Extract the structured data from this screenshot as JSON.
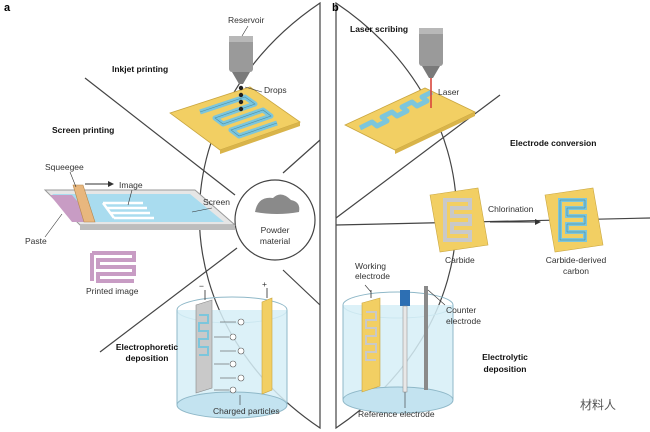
{
  "panel_a": {
    "letter": "a",
    "sections": {
      "inkjet": "Inkjet printing",
      "screen": "Screen printing",
      "electrophoretic_line1": "Electrophoretic",
      "electrophoretic_line2": "deposition"
    },
    "labels": {
      "reservoir": "Reservoir",
      "drops": "Drops",
      "squeegee": "Squeegee",
      "image": "Image",
      "screen": "Screen",
      "paste": "Paste",
      "printed_image": "Printed image",
      "powder_line1": "Powder",
      "powder_line2": "material",
      "charged_particles": "Charged particles",
      "minus": "−",
      "plus": "+"
    }
  },
  "panel_b": {
    "letter": "b",
    "sections": {
      "laser_scribing": "Laser scribing",
      "electrode_conversion": "Electrode conversion",
      "electrolytic_line1": "Electrolytic",
      "electrolytic_line2": "deposition"
    },
    "labels": {
      "laser": "Laser",
      "chlorination": "Chlorination",
      "carbide": "Carbide",
      "cdc_line1": "Carbide-derived",
      "cdc_line2": "carbon",
      "working_line1": "Working",
      "working_line2": "electrode",
      "counter_line1": "Counter",
      "counter_line2": "electrode",
      "reference": "Reference electrode"
    }
  },
  "watermark": "材料人",
  "colors": {
    "substrate": "#f2cf63",
    "electrode_blue": "#7cc6dc",
    "electrode_grey": "#c9c9c9",
    "liquid": "#d6eef7",
    "screen_mesh": "#a9dcef",
    "pattern_purple": "#c89cc4",
    "laser_red": "#d9453b"
  }
}
